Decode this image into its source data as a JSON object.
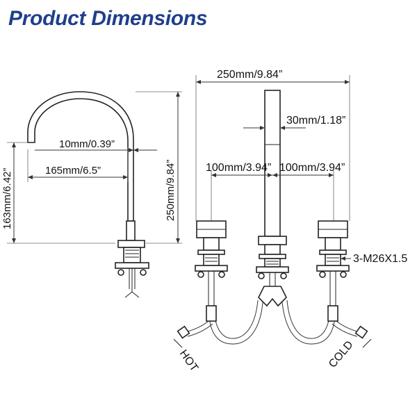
{
  "title": "Product Dimensions",
  "colors": {
    "title": "#1f3f8c",
    "line": "#222222"
  },
  "dimensions": {
    "overall_width": "250mm/9.84”",
    "spout_width": "30mm/1.18”",
    "spacing_left": "100mm/3.94”",
    "spacing_right": "100mm/3.94”",
    "spout_gap": "10mm/0.39”",
    "spout_reach": "165mm/6.5”",
    "spout_height": "163mm/6.42”",
    "overall_height": "250mm/9.84”",
    "thread": "3-M26X1.5"
  },
  "labels": {
    "hot": "HOT",
    "cold": "COLD"
  }
}
